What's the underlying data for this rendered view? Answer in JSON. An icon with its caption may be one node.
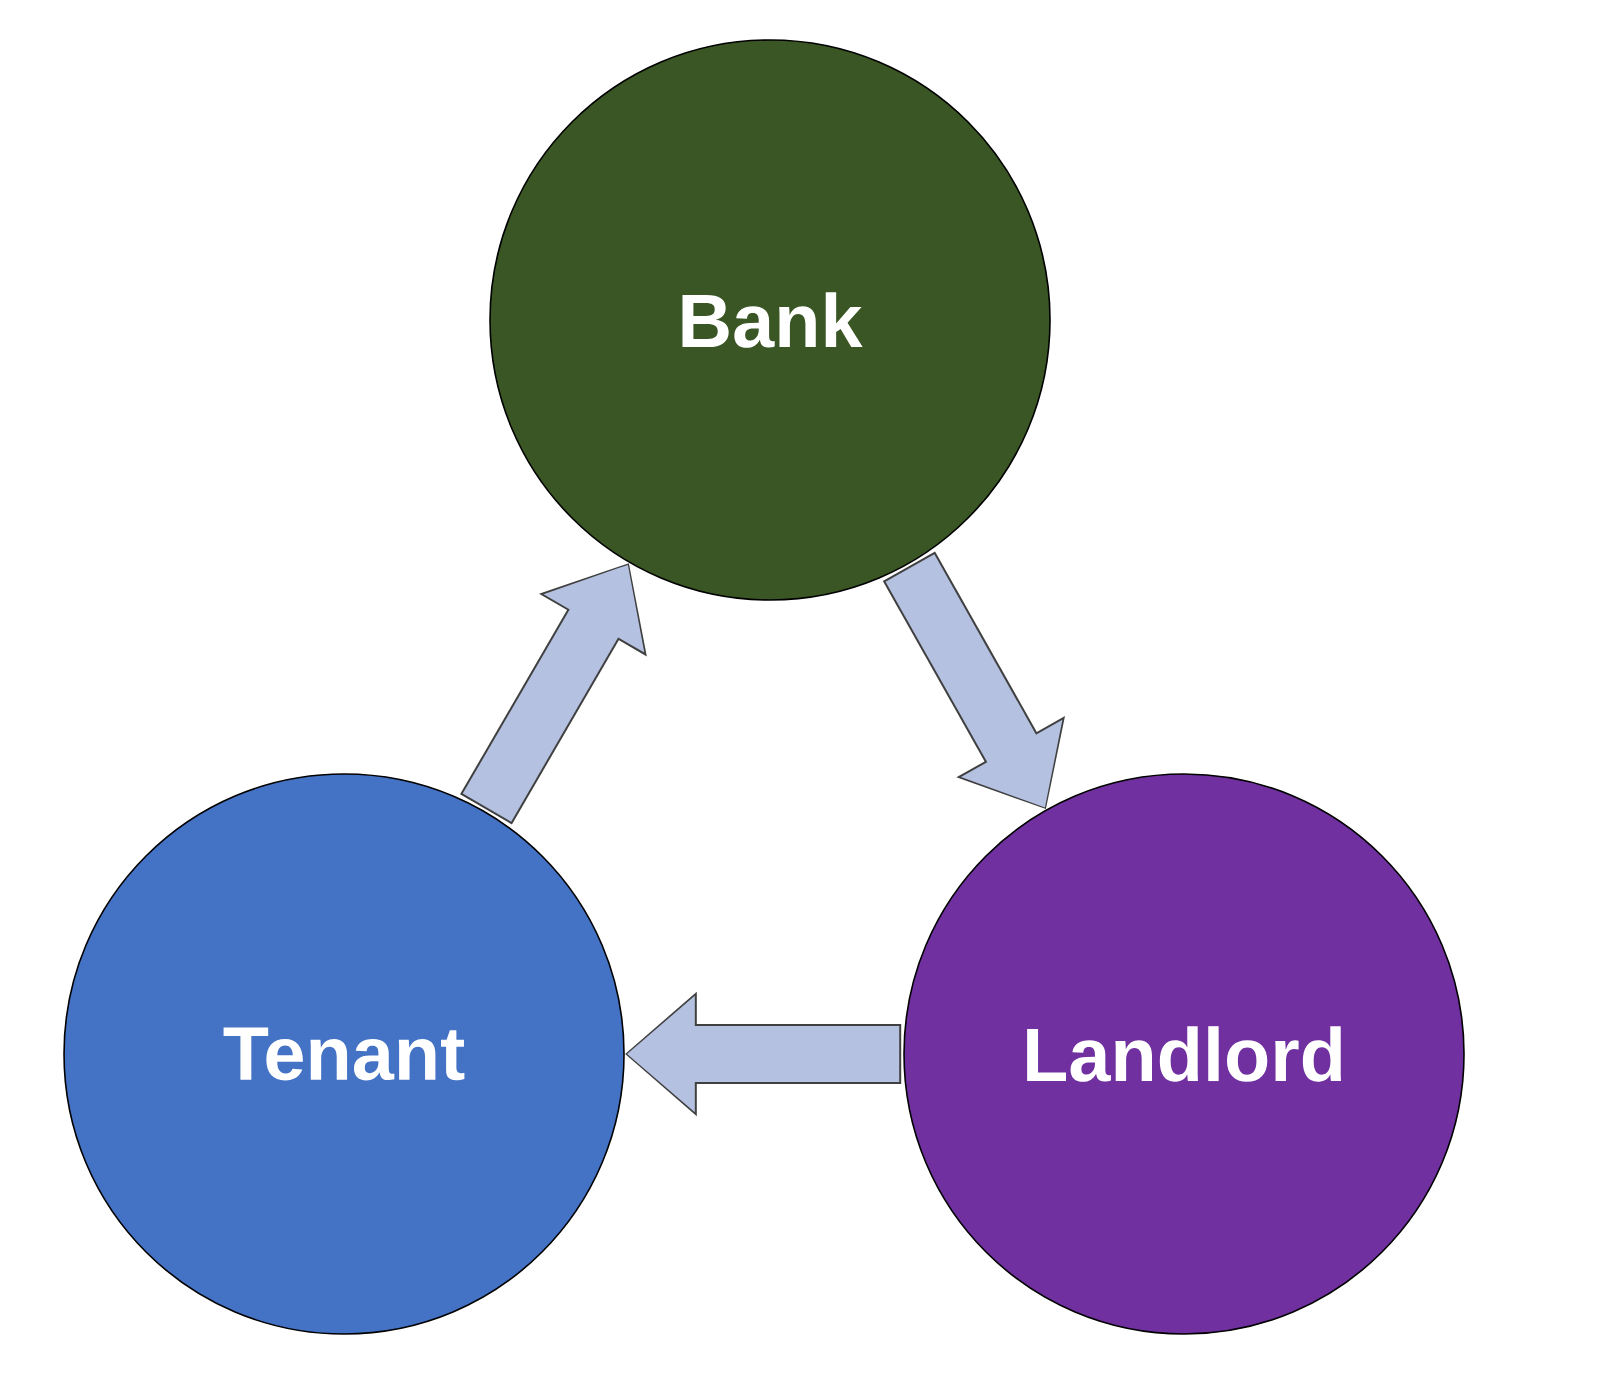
{
  "diagram": {
    "nodes": [
      {
        "text": [
          "Bank"
        ]
      },
      {
        "text": [
          "Tenant"
        ]
      },
      {
        "text": [
          "Landlord"
        ]
      }
    ],
    "edges": [
      {
        "from": 1,
        "to": 0,
        "arrow": "to"
      },
      {
        "from": 0,
        "to": 2,
        "arrow": "to"
      },
      {
        "from": 2,
        "to": 1,
        "arrow": "to"
      }
    ]
  }
}
